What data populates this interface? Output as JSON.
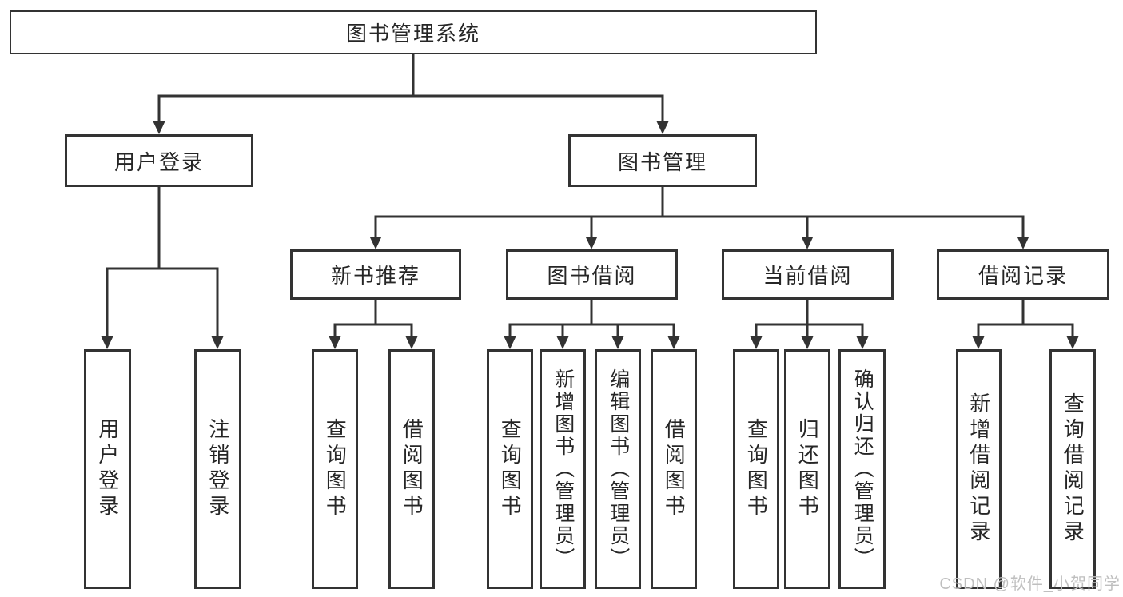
{
  "diagram_title": "图书管理系统",
  "tree": {
    "label": "图书管理系统",
    "children": [
      {
        "label": "用户登录",
        "children": [
          {
            "label": "用户登录"
          },
          {
            "label": "注销登录"
          }
        ]
      },
      {
        "label": "图书管理",
        "children": [
          {
            "label": "新书推荐",
            "children": [
              {
                "label": "查询图书"
              },
              {
                "label": "借阅图书"
              }
            ]
          },
          {
            "label": "图书借阅",
            "children": [
              {
                "label": "查询图书"
              },
              {
                "label": "新增图书（管理员）"
              },
              {
                "label": "编辑图书（管理员）"
              },
              {
                "label": "借阅图书"
              }
            ]
          },
          {
            "label": "当前借阅",
            "children": [
              {
                "label": "查询图书"
              },
              {
                "label": "归还图书"
              },
              {
                "label": "确认归还（管理员）"
              }
            ]
          },
          {
            "label": "借阅记录",
            "children": [
              {
                "label": "新增借阅记录"
              },
              {
                "label": "查询借阅记录"
              }
            ]
          }
        ]
      }
    ]
  },
  "watermark": {
    "text": "CSDN @软件_小贺同学",
    "color": "#bfbfbf"
  },
  "colors": {
    "line": "#333333",
    "box_border": "#333333",
    "text": "#262626",
    "background": "#ffffff"
  }
}
